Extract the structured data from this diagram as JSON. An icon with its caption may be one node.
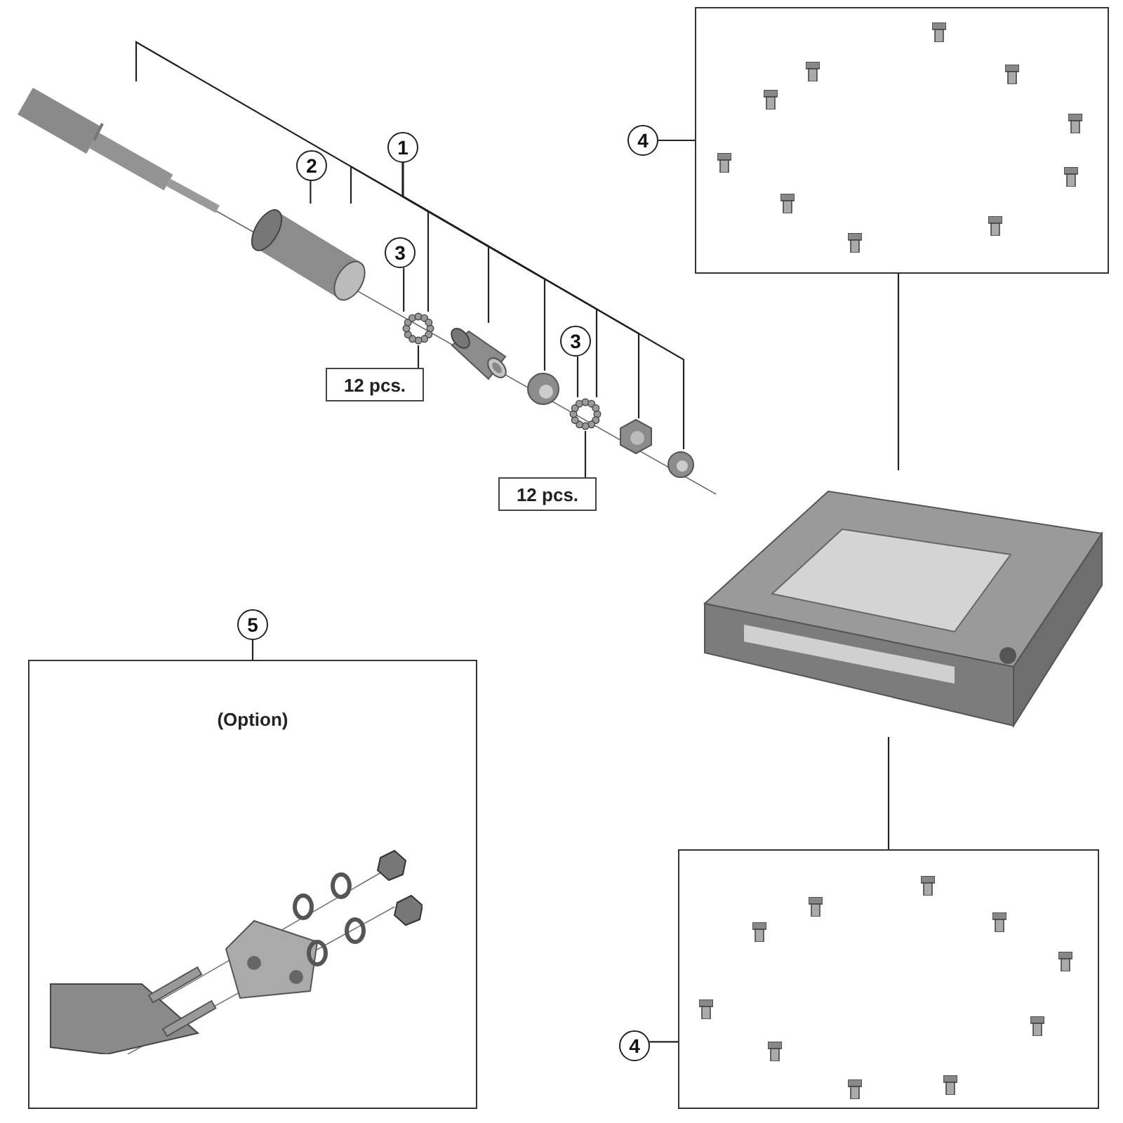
{
  "diagram": {
    "nodes": [
      {
        "text": [
          "1"
        ]
      },
      {
        "text": [],
        "shape": "picture"
      },
      {
        "text": [
          "2"
        ]
      },
      {
        "text": [],
        "shape": "picture"
      },
      {
        "text": [
          "3"
        ]
      },
      {
        "text": [],
        "shape": "picture"
      },
      {
        "text": [
          "12 pcs."
        ]
      },
      {
        "text": [],
        "shape": "picture"
      },
      {
        "text": [],
        "shape": "picture"
      },
      {
        "text": [
          "3"
        ]
      },
      {
        "text": [],
        "shape": "picture"
      },
      {
        "text": [
          "12 pcs."
        ]
      },
      {
        "text": [],
        "shape": "picture"
      },
      {
        "text": [],
        "shape": "picture"
      },
      {
        "text": [],
        "shape": "picture"
      },
      {
        "text": [
          "4"
        ]
      },
      {
        "text": [],
        "shape": "box"
      },
      {
        "text": [
          "4"
        ]
      },
      {
        "text": [],
        "shape": "box"
      },
      {
        "text": [
          "5"
        ]
      },
      {
        "text": [
          "(Option)"
        ]
      }
    ],
    "edges": [
      {
        "from": 0,
        "to": 1,
        "arrow": "none"
      },
      {
        "from": 0,
        "to": 3,
        "arrow": "none"
      },
      {
        "from": 0,
        "to": 5,
        "arrow": "none"
      },
      {
        "from": 0,
        "to": 7,
        "arrow": "none"
      },
      {
        "from": 0,
        "to": 8,
        "arrow": "none"
      },
      {
        "from": 0,
        "to": 10,
        "arrow": "none"
      },
      {
        "from": 0,
        "to": 12,
        "arrow": "none"
      },
      {
        "from": 0,
        "to": 13,
        "arrow": "none"
      },
      {
        "from": 2,
        "to": 3,
        "arrow": "none"
      },
      {
        "from": 4,
        "to": 5,
        "arrow": "none"
      },
      {
        "from": 6,
        "to": 5,
        "arrow": "none"
      },
      {
        "from": 9,
        "to": 10,
        "arrow": "none"
      },
      {
        "from": 11,
        "to": 10,
        "arrow": "none"
      },
      {
        "from": 15,
        "to": 16,
        "arrow": "none"
      },
      {
        "from": 16,
        "to": 14,
        "arrow": "none"
      },
      {
        "from": 14,
        "to": 18,
        "arrow": "none"
      },
      {
        "from": 17,
        "to": 18,
        "arrow": "none"
      },
      {
        "from": 19,
        "to": 20,
        "arrow": "none"
      }
    ]
  }
}
